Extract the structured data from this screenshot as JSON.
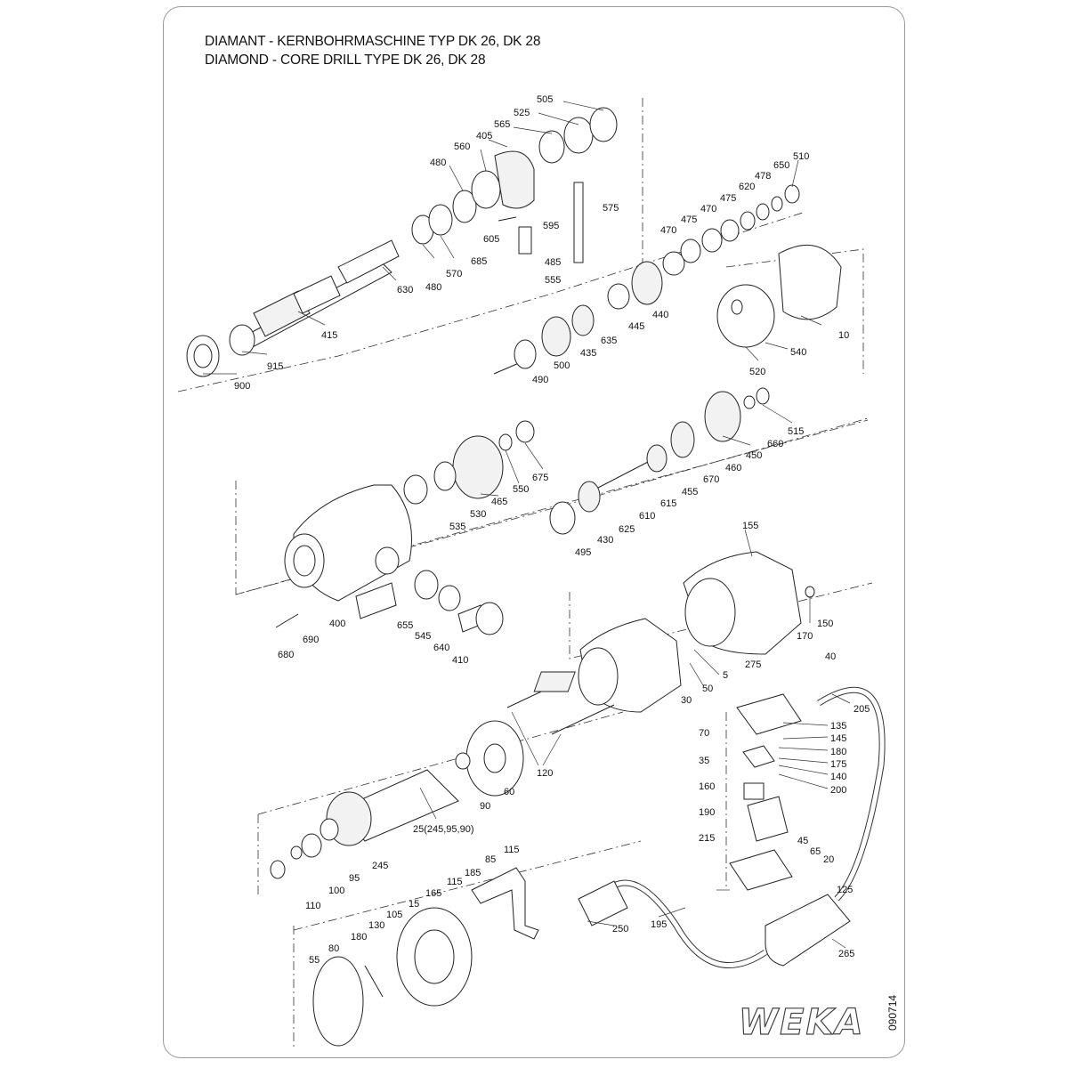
{
  "document": {
    "title_de": "DIAMANT - KERNBOHRMASCHINE TYP DK 26, DK 28",
    "title_en": "DIAMOND - CORE DRILL TYPE DK 26, DK 28",
    "drawing_number": "090714",
    "logo_text": "WEKA"
  },
  "part_labels": [
    "505",
    "525",
    "565",
    "405",
    "560",
    "480",
    "575",
    "595",
    "605",
    "685",
    "485",
    "555",
    "570",
    "480",
    "630",
    "415",
    "915",
    "900",
    "510",
    "650",
    "478",
    "620",
    "475",
    "470",
    "475",
    "470",
    "440",
    "445",
    "635",
    "435",
    "500",
    "490",
    "10",
    "540",
    "520",
    "515",
    "660",
    "450",
    "460",
    "670",
    "455",
    "615",
    "610",
    "625",
    "430",
    "495",
    "675",
    "550",
    "465",
    "530",
    "535",
    "155",
    "150",
    "170",
    "275",
    "5",
    "50",
    "30",
    "400",
    "655",
    "545",
    "640",
    "410",
    "690",
    "680",
    "40",
    "205",
    "135",
    "145",
    "180",
    "175",
    "140",
    "200",
    "70",
    "35",
    "160",
    "190",
    "215",
    "45",
    "65",
    "20",
    "125",
    "120",
    "60",
    "90",
    "25(245,95,90)",
    "245",
    "95",
    "100",
    "110",
    "115",
    "185",
    "85",
    "115",
    "165",
    "15",
    "105",
    "130",
    "180",
    "80",
    "55",
    "250",
    "195",
    "265"
  ]
}
